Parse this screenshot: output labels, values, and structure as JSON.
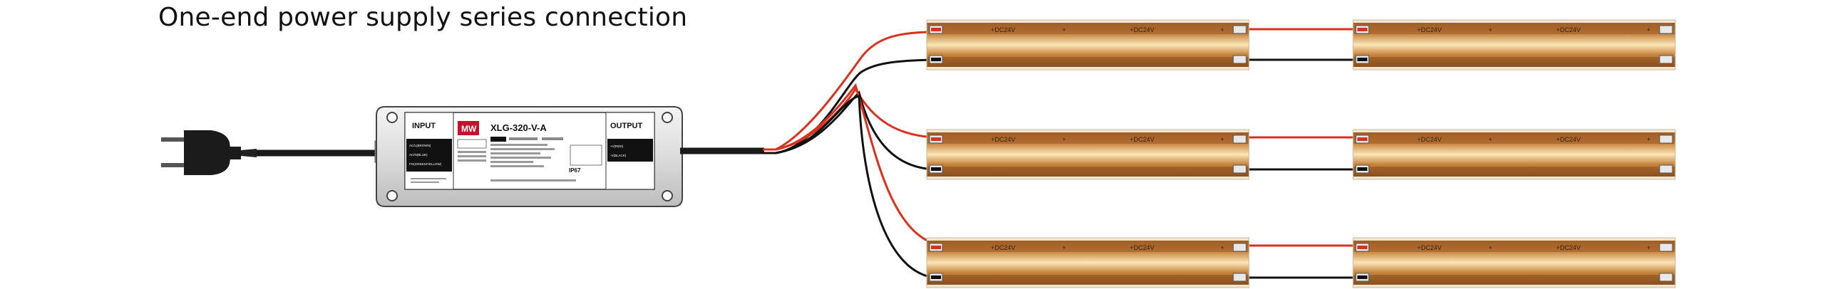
{
  "diagram": {
    "title": "One-end power supply series connection",
    "driver": {
      "model": "XLG-320-V-A",
      "input_label": "INPUT",
      "output_label": "OUTPUT",
      "brand": "MW",
      "ip_rating": "IP67",
      "input_wires": [
        "AC/L(BROWN)",
        "AC/N(BLUE)",
        "FG(GREEN/YELLOW)"
      ],
      "output_wires": [
        "+V(RED)",
        "-V(BLACK)"
      ]
    },
    "strip": {
      "voltage_label": "+DC24V",
      "plus_sign": "+",
      "columns": 2,
      "rows": 3
    },
    "colors": {
      "positive_wire": "#d8321e",
      "negative_wire": "#111111",
      "strip_copper": "#b8722e",
      "strip_glow": "#f6d9a0",
      "driver_body": "#e6e6e6",
      "driver_label": "#ffffff"
    },
    "icons": [
      "plug-icon",
      "driver-icon",
      "led-strip-icon"
    ]
  }
}
